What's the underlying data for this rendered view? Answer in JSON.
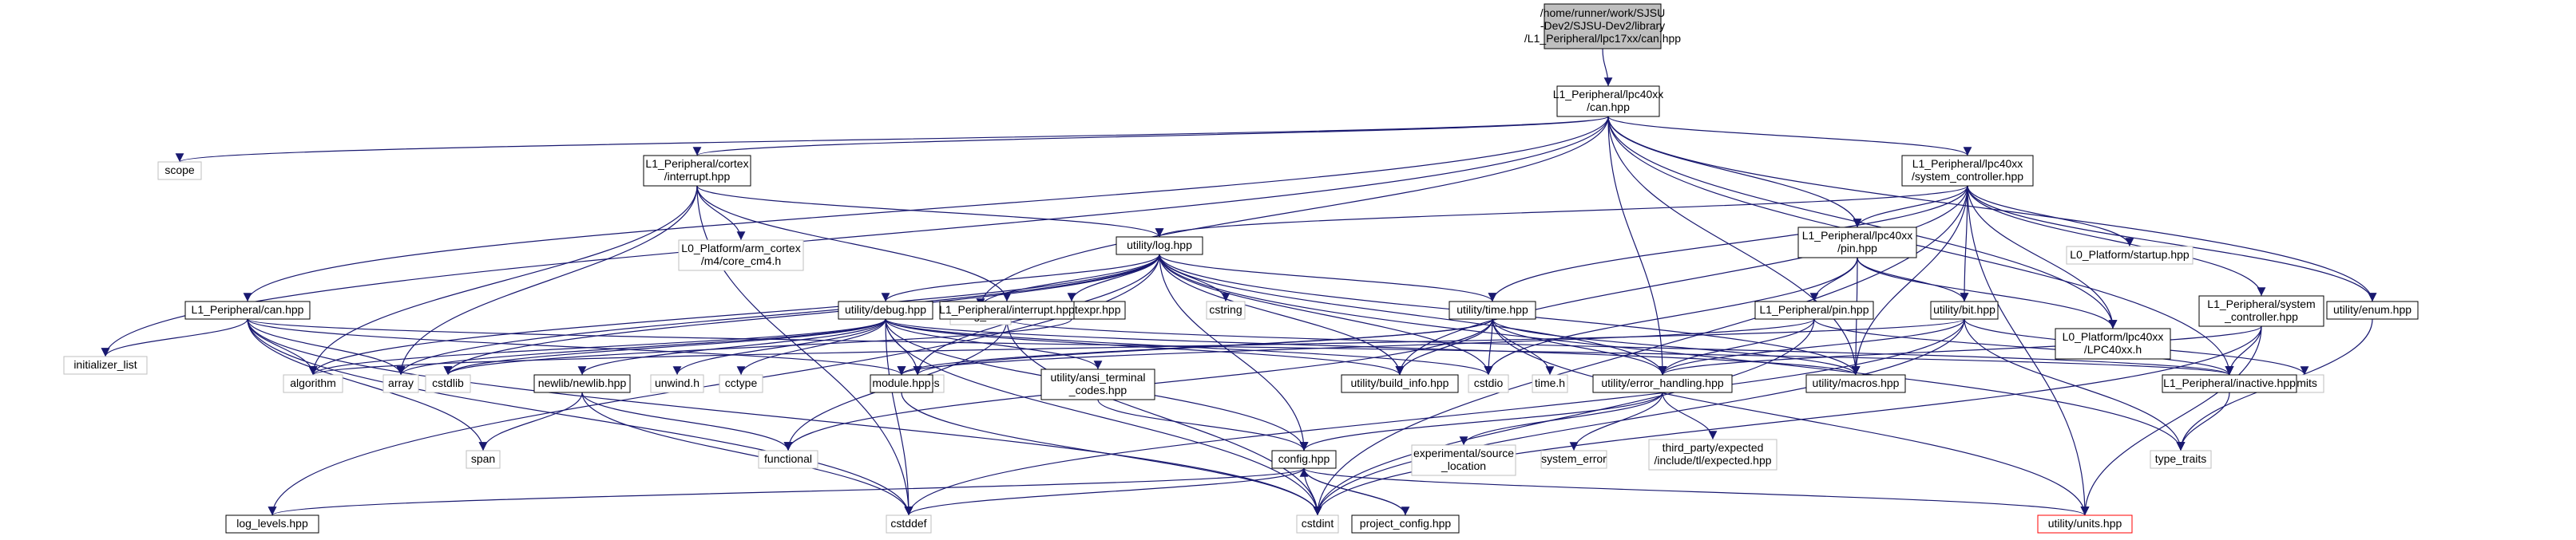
{
  "diagram": {
    "nodes": [
      {
        "id": "root",
        "lines": [
          "/home/runner/work/SJSU",
          "-Dev2/SJSU-Dev2/library",
          "/L1_Peripheral/lpc17xx/can.hpp"
        ],
        "kind": "root"
      },
      {
        "id": "lpc40can",
        "lines": [
          "L1_Peripheral/lpc40xx",
          "/can.hpp"
        ],
        "kind": "file"
      },
      {
        "id": "scope",
        "lines": [
          "scope"
        ],
        "kind": "lib"
      },
      {
        "id": "cortex_int",
        "lines": [
          "L1_Peripheral/cortex",
          "/interrupt.hpp"
        ],
        "kind": "file"
      },
      {
        "id": "sysctrl",
        "lines": [
          "L1_Peripheral/lpc40xx",
          "/system_controller.hpp"
        ],
        "kind": "file"
      },
      {
        "id": "core_cm4",
        "lines": [
          "L0_Platform/arm_cortex",
          "/m4/core_cm4.h"
        ],
        "kind": "lib"
      },
      {
        "id": "startup",
        "lines": [
          "L0_Platform/startup.hpp"
        ],
        "kind": "lib"
      },
      {
        "id": "log",
        "lines": [
          "utility/log.hpp"
        ],
        "kind": "file"
      },
      {
        "id": "pin40",
        "lines": [
          "L1_Peripheral/lpc40xx",
          "/pin.hpp"
        ],
        "kind": "file"
      },
      {
        "id": "can",
        "lines": [
          "L1_Peripheral/can.hpp"
        ],
        "kind": "file"
      },
      {
        "id": "string_view",
        "lines": [
          "string_view"
        ],
        "kind": "lib"
      },
      {
        "id": "constexpr",
        "lines": [
          "utility/constexpr.hpp"
        ],
        "kind": "file"
      },
      {
        "id": "debug",
        "lines": [
          "utility/debug.hpp"
        ],
        "kind": "file"
      },
      {
        "id": "interrupt",
        "lines": [
          "L1_Peripheral/interrupt.hpp"
        ],
        "kind": "file"
      },
      {
        "id": "cstring",
        "lines": [
          "cstring"
        ],
        "kind": "lib"
      },
      {
        "id": "time",
        "lines": [
          "utility/time.hpp"
        ],
        "kind": "file"
      },
      {
        "id": "pin",
        "lines": [
          "L1_Peripheral/pin.hpp"
        ],
        "kind": "file"
      },
      {
        "id": "bit",
        "lines": [
          "utility/bit.hpp"
        ],
        "kind": "file"
      },
      {
        "id": "lpc40xx_h",
        "lines": [
          "L0_Platform/lpc40xx",
          "/LPC40xx.h"
        ],
        "kind": "file"
      },
      {
        "id": "sysctrl_l1",
        "lines": [
          "L1_Peripheral/system",
          "_controller.hpp"
        ],
        "kind": "file"
      },
      {
        "id": "enum",
        "lines": [
          "utility/enum.hpp"
        ],
        "kind": "file"
      },
      {
        "id": "initializer_list",
        "lines": [
          "initializer_list"
        ],
        "kind": "lib"
      },
      {
        "id": "algorithm",
        "lines": [
          "algorithm"
        ],
        "kind": "lib"
      },
      {
        "id": "array",
        "lines": [
          "array"
        ],
        "kind": "lib"
      },
      {
        "id": "cstdlib",
        "lines": [
          "cstdlib"
        ],
        "kind": "lib"
      },
      {
        "id": "newlib",
        "lines": [
          "newlib/newlib.hpp"
        ],
        "kind": "file"
      },
      {
        "id": "unwind",
        "lines": [
          "unwind.h"
        ],
        "kind": "lib"
      },
      {
        "id": "cctype",
        "lines": [
          "cctype"
        ],
        "kind": "lib"
      },
      {
        "id": "ansi",
        "lines": [
          "utility/ansi_terminal",
          "_codes.hpp"
        ],
        "kind": "file"
      },
      {
        "id": "cinttypes",
        "lines": [
          "cinttypes"
        ],
        "kind": "lib"
      },
      {
        "id": "module",
        "lines": [
          "module.hpp"
        ],
        "kind": "file"
      },
      {
        "id": "build_info",
        "lines": [
          "utility/build_info.hpp"
        ],
        "kind": "file"
      },
      {
        "id": "cstdio",
        "lines": [
          "cstdio"
        ],
        "kind": "lib"
      },
      {
        "id": "time_h",
        "lines": [
          "time.h"
        ],
        "kind": "lib"
      },
      {
        "id": "error",
        "lines": [
          "utility/error_handling.hpp"
        ],
        "kind": "file"
      },
      {
        "id": "macros",
        "lines": [
          "utility/macros.hpp"
        ],
        "kind": "file"
      },
      {
        "id": "limits",
        "lines": [
          "limits"
        ],
        "kind": "lib"
      },
      {
        "id": "inactive",
        "lines": [
          "L1_Peripheral/inactive.hpp"
        ],
        "kind": "file"
      },
      {
        "id": "span",
        "lines": [
          "span"
        ],
        "kind": "lib"
      },
      {
        "id": "functional",
        "lines": [
          "functional"
        ],
        "kind": "lib"
      },
      {
        "id": "config",
        "lines": [
          "config.hpp"
        ],
        "kind": "file"
      },
      {
        "id": "exp_src",
        "lines": [
          "experimental/source",
          "_location"
        ],
        "kind": "lib"
      },
      {
        "id": "system_error",
        "lines": [
          "system_error"
        ],
        "kind": "lib"
      },
      {
        "id": "expected",
        "lines": [
          "third_party/expected",
          "/include/tl/expected.hpp"
        ],
        "kind": "lib"
      },
      {
        "id": "type_traits",
        "lines": [
          "type_traits"
        ],
        "kind": "lib"
      },
      {
        "id": "log_levels",
        "lines": [
          "log_levels.hpp"
        ],
        "kind": "file"
      },
      {
        "id": "cstddef",
        "lines": [
          "cstddef"
        ],
        "kind": "lib"
      },
      {
        "id": "cstdint",
        "lines": [
          "cstdint"
        ],
        "kind": "lib"
      },
      {
        "id": "project_config",
        "lines": [
          "project_config.hpp"
        ],
        "kind": "file"
      },
      {
        "id": "units",
        "lines": [
          "utility/units.hpp"
        ],
        "kind": "trunc"
      }
    ],
    "edges": [
      [
        "root",
        "lpc40can"
      ],
      [
        "lpc40can",
        "scope"
      ],
      [
        "lpc40can",
        "cortex_int"
      ],
      [
        "lpc40can",
        "sysctrl"
      ],
      [
        "lpc40can",
        "can"
      ],
      [
        "lpc40can",
        "initializer_list"
      ],
      [
        "lpc40can",
        "string_view"
      ],
      [
        "lpc40can",
        "pin40"
      ],
      [
        "lpc40can",
        "lpc40xx_h"
      ],
      [
        "lpc40can",
        "enum"
      ],
      [
        "lpc40can",
        "error"
      ],
      [
        "lpc40can",
        "macros"
      ],
      [
        "lpc40can",
        "inactive"
      ],
      [
        "cortex_int",
        "core_cm4"
      ],
      [
        "cortex_int",
        "log"
      ],
      [
        "cortex_int",
        "interrupt"
      ],
      [
        "cortex_int",
        "algorithm"
      ],
      [
        "cortex_int",
        "array"
      ],
      [
        "cortex_int",
        "cstddef"
      ],
      [
        "sysctrl",
        "startup"
      ],
      [
        "sysctrl",
        "log"
      ],
      [
        "sysctrl",
        "pin40"
      ],
      [
        "sysctrl",
        "bit"
      ],
      [
        "sysctrl",
        "lpc40xx_h"
      ],
      [
        "sysctrl",
        "sysctrl_l1"
      ],
      [
        "sysctrl",
        "enum"
      ],
      [
        "sysctrl",
        "time"
      ],
      [
        "sysctrl",
        "build_info"
      ],
      [
        "sysctrl",
        "macros"
      ],
      [
        "sysctrl",
        "cstdint"
      ],
      [
        "sysctrl",
        "units"
      ],
      [
        "log",
        "string_view"
      ],
      [
        "log",
        "constexpr"
      ],
      [
        "log",
        "debug"
      ],
      [
        "log",
        "cstring"
      ],
      [
        "log",
        "time"
      ],
      [
        "log",
        "cinttypes"
      ],
      [
        "log",
        "cstdio"
      ],
      [
        "log",
        "config"
      ],
      [
        "log",
        "error"
      ],
      [
        "log",
        "algorithm"
      ],
      [
        "log",
        "array"
      ],
      [
        "log",
        "cstdlib"
      ],
      [
        "log",
        "macros"
      ],
      [
        "log",
        "log_levels"
      ],
      [
        "log",
        "type_traits"
      ],
      [
        "log",
        "build_info"
      ],
      [
        "pin40",
        "pin"
      ],
      [
        "pin40",
        "bit"
      ],
      [
        "pin40",
        "lpc40xx_h"
      ],
      [
        "pin40",
        "macros"
      ],
      [
        "pin40",
        "cstdio"
      ],
      [
        "can",
        "initializer_list"
      ],
      [
        "can",
        "algorithm"
      ],
      [
        "can",
        "array"
      ],
      [
        "can",
        "span"
      ],
      [
        "can",
        "module"
      ],
      [
        "can",
        "cstddef"
      ],
      [
        "can",
        "cstdint"
      ],
      [
        "can",
        "inactive"
      ],
      [
        "constexpr",
        "cstdlib"
      ],
      [
        "debug",
        "algorithm"
      ],
      [
        "debug",
        "array"
      ],
      [
        "debug",
        "cstdlib"
      ],
      [
        "debug",
        "newlib"
      ],
      [
        "debug",
        "unwind"
      ],
      [
        "debug",
        "cctype"
      ],
      [
        "debug",
        "ansi"
      ],
      [
        "debug",
        "cinttypes"
      ],
      [
        "debug",
        "build_info"
      ],
      [
        "debug",
        "cstdio"
      ],
      [
        "debug",
        "config"
      ],
      [
        "debug",
        "cstdint"
      ],
      [
        "debug",
        "cstddef"
      ],
      [
        "debug",
        "macros"
      ],
      [
        "interrupt",
        "functional"
      ],
      [
        "interrupt",
        "cstdint"
      ],
      [
        "interrupt",
        "inactive"
      ],
      [
        "time",
        "functional"
      ],
      [
        "time",
        "cinttypes"
      ],
      [
        "time",
        "build_info"
      ],
      [
        "time",
        "cstdio"
      ],
      [
        "time",
        "time_h"
      ],
      [
        "time",
        "error"
      ],
      [
        "time",
        "macros"
      ],
      [
        "time",
        "units"
      ],
      [
        "time",
        "module"
      ],
      [
        "pin",
        "error"
      ],
      [
        "pin",
        "inactive"
      ],
      [
        "pin",
        "cstdint"
      ],
      [
        "pin",
        "module"
      ],
      [
        "bit",
        "limits"
      ],
      [
        "bit",
        "type_traits"
      ],
      [
        "bit",
        "cstddef"
      ],
      [
        "bit",
        "cstdint"
      ],
      [
        "bit",
        "error"
      ],
      [
        "bit",
        "algorithm"
      ],
      [
        "sysctrl_l1",
        "error"
      ],
      [
        "sysctrl_l1",
        "inactive"
      ],
      [
        "sysctrl_l1",
        "cstdint"
      ],
      [
        "sysctrl_l1",
        "units"
      ],
      [
        "enum",
        "type_traits"
      ],
      [
        "newlib",
        "span"
      ],
      [
        "newlib",
        "functional"
      ],
      [
        "newlib",
        "cstddef"
      ],
      [
        "ansi",
        "config"
      ],
      [
        "module",
        "cstdint"
      ],
      [
        "error",
        "config"
      ],
      [
        "error",
        "exp_src"
      ],
      [
        "error",
        "system_error"
      ],
      [
        "error",
        "expected"
      ],
      [
        "inactive",
        "type_traits"
      ],
      [
        "config",
        "log_levels"
      ],
      [
        "config",
        "cstddef"
      ],
      [
        "config",
        "cstdint"
      ],
      [
        "config",
        "project_config"
      ],
      [
        "config",
        "units"
      ],
      [
        "project_config",
        "config"
      ]
    ]
  }
}
